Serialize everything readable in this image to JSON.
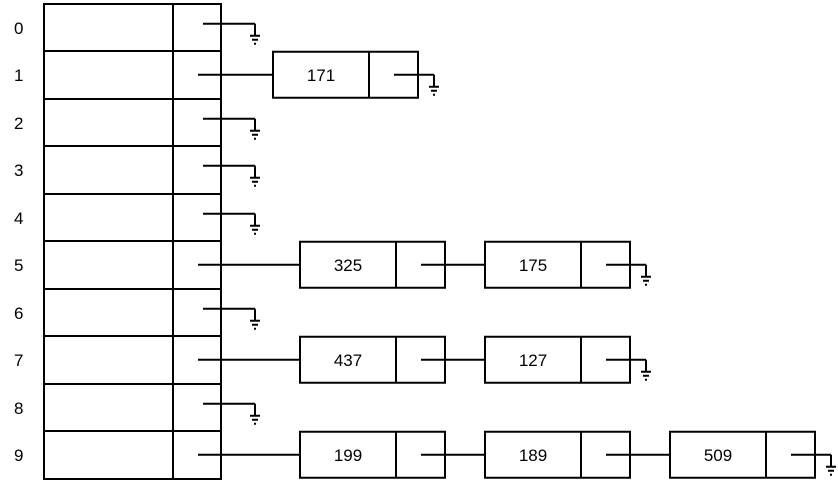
{
  "table": {
    "slots": [
      {
        "index": "0",
        "chain": []
      },
      {
        "index": "1",
        "chain": [
          "171"
        ]
      },
      {
        "index": "2",
        "chain": []
      },
      {
        "index": "3",
        "chain": []
      },
      {
        "index": "4",
        "chain": []
      },
      {
        "index": "5",
        "chain": [
          "325",
          "175"
        ]
      },
      {
        "index": "6",
        "chain": []
      },
      {
        "index": "7",
        "chain": [
          "437",
          "127"
        ]
      },
      {
        "index": "8",
        "chain": []
      },
      {
        "index": "9",
        "chain": [
          "199",
          "189",
          "509"
        ]
      }
    ]
  },
  "colors": {
    "stroke": "#000000",
    "background": "#ffffff"
  }
}
